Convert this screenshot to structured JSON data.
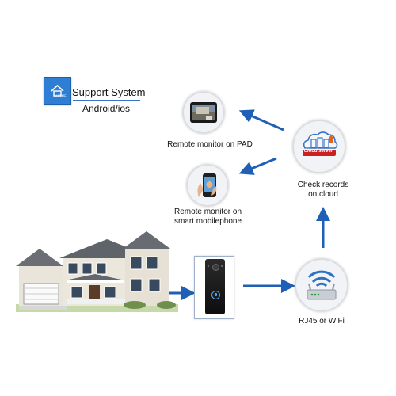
{
  "support": {
    "title": "Support System",
    "platforms": "Android/ios",
    "logo_text": "i-HOME"
  },
  "nodes": {
    "pad": {
      "label": "Remote monitor on PAD"
    },
    "phone": {
      "label_line1": "Remote monitor on",
      "label_line2": "smart mobilephone"
    },
    "cloud": {
      "badge": "Cloud server",
      "label_line1": "Check records",
      "label_line2": "on cloud"
    },
    "router": {
      "label": "RJ45 or WiFi"
    }
  },
  "colors": {
    "arrow": "#1f5fb5",
    "logo_bg": "#2e7fd4",
    "cloud_badge": "#cc1f1f"
  }
}
